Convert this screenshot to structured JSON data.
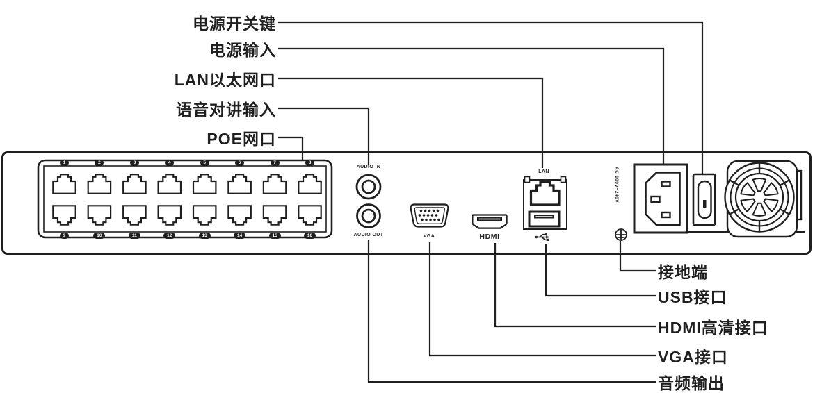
{
  "figure": {
    "title": "NVR rear panel callout diagram",
    "type": "hardware-rear-panel"
  },
  "colors": {
    "line": "#1f1f1f",
    "background": "#ffffff"
  },
  "callouts": {
    "top": [
      {
        "label": "电源开关键"
      },
      {
        "label": "电源输入"
      },
      {
        "label": "LAN以太网口"
      },
      {
        "label": "语音对讲输入"
      },
      {
        "label": "POE网口"
      }
    ],
    "bottom": [
      {
        "label": "接地端"
      },
      {
        "label": "USB接口"
      },
      {
        "label": "HDMI高清接口"
      },
      {
        "label": "VGA接口"
      },
      {
        "label": "音频输出"
      }
    ]
  },
  "panel": {
    "audio_in_label": "AUDIO IN",
    "audio_out_label": "AUDIO OUT",
    "vga_label": "VGA",
    "hdmi_label": "HDMI",
    "lan_label": "LAN",
    "ac_rating": "AC 100V~240V",
    "poe_port_numbers": [
      "1",
      "2",
      "3",
      "4",
      "5",
      "6",
      "7",
      "8",
      "9",
      "10",
      "11",
      "12",
      "13",
      "14",
      "15",
      "16"
    ]
  }
}
